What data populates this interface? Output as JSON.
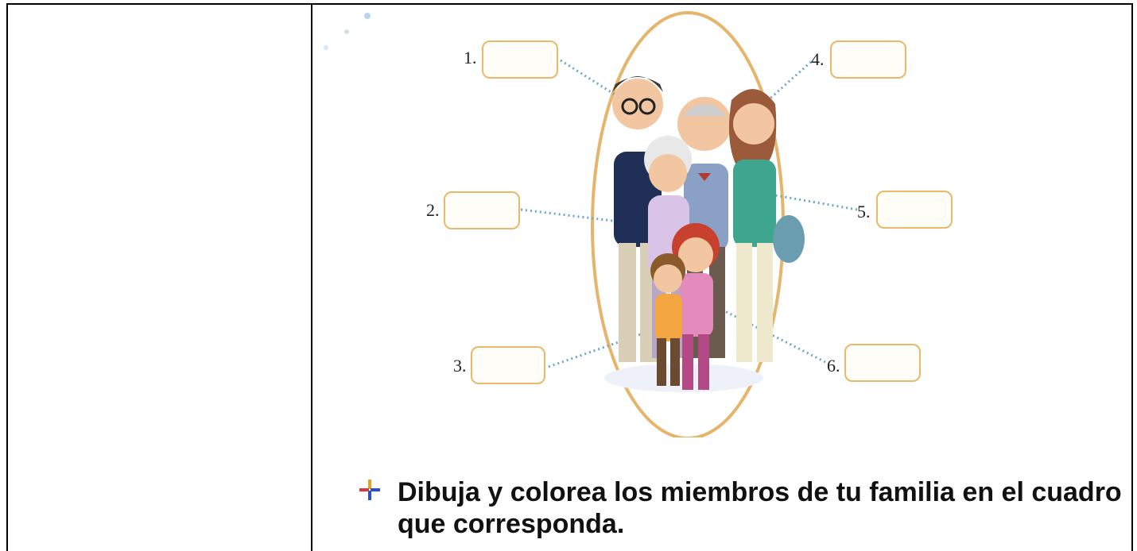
{
  "labels": {
    "one": "1.",
    "two": "2.",
    "three": "3.",
    "four": "4.",
    "five": "5.",
    "six": "6."
  },
  "instruction": {
    "bullet_icon": "plus-bullet-icon",
    "text": "Dibuja y colorea  los miembros de tu familia en el cuadro que corresponda."
  },
  "colors": {
    "box_border": "#e9b86a",
    "dotted_line": "#6aa7c9",
    "oval": "#e6b56c"
  }
}
